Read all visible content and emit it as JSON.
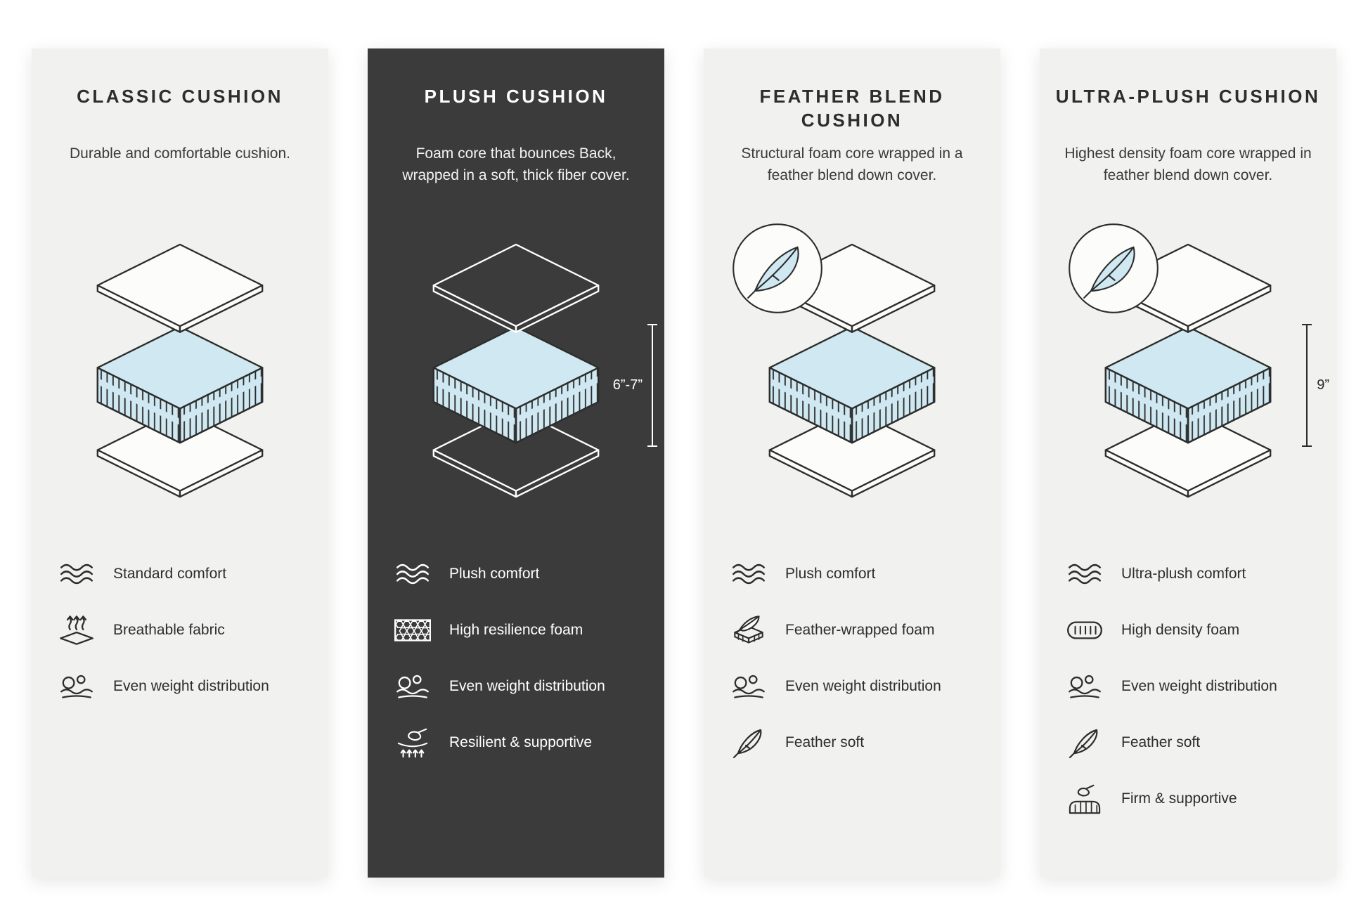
{
  "page": {
    "background": "#ffffff"
  },
  "colors": {
    "panel_light_bg": "#f1f1ef",
    "panel_dark_bg": "#3b3b3b",
    "text_dark": "#2d2d2d",
    "text_light": "#ffffff",
    "foam_fill": "#cfe8f1",
    "outline": "#2d2d2d"
  },
  "panels": [
    {
      "id": "classic-cushion",
      "theme": "light",
      "title": "CLASSIC CUSHION",
      "description": "Durable and comfortable cushion.",
      "diagram": {
        "feather_badge": false,
        "measurement": null
      },
      "features": [
        {
          "icon": "comfort-waves-icon",
          "label": "Standard comfort"
        },
        {
          "icon": "breathable-fabric-icon",
          "label": "Breathable fabric"
        },
        {
          "icon": "even-weight-distribution-icon",
          "label": "Even weight distribution"
        }
      ]
    },
    {
      "id": "plush-cushion",
      "theme": "dark",
      "title": "PLUSH CUSHION",
      "description": "Foam core that bounces Back, wrapped in a soft, thick fiber cover.",
      "diagram": {
        "feather_badge": false,
        "measurement": "6”-7”"
      },
      "features": [
        {
          "icon": "comfort-waves-icon",
          "label": "Plush comfort"
        },
        {
          "icon": "high-resilience-foam-icon",
          "label": "High resilience foam"
        },
        {
          "icon": "even-weight-distribution-icon",
          "label": "Even weight distribution"
        },
        {
          "icon": "resilient-supportive-icon",
          "label": "Resilient & supportive"
        }
      ]
    },
    {
      "id": "feather-blend-cushion",
      "theme": "light",
      "title": "FEATHER BLEND CUSHION",
      "description": "Structural foam core wrapped in a feather blend down cover.",
      "diagram": {
        "feather_badge": true,
        "measurement": null
      },
      "features": [
        {
          "icon": "comfort-waves-icon",
          "label": "Plush comfort"
        },
        {
          "icon": "feather-wrapped-foam-icon",
          "label": "Feather-wrapped foam"
        },
        {
          "icon": "even-weight-distribution-icon",
          "label": "Even weight distribution"
        },
        {
          "icon": "feather-soft-icon",
          "label": "Feather soft"
        }
      ]
    },
    {
      "id": "ultra-plush-cushion",
      "theme": "light",
      "title": "ULTRA-PLUSH CUSHION",
      "description": "Highest density foam core wrapped in feather blend down cover.",
      "diagram": {
        "feather_badge": true,
        "measurement": "9”"
      },
      "features": [
        {
          "icon": "comfort-waves-icon",
          "label": "Ultra-plush comfort"
        },
        {
          "icon": "high-density-foam-icon",
          "label": "High density foam"
        },
        {
          "icon": "even-weight-distribution-icon",
          "label": "Even weight distribution"
        },
        {
          "icon": "feather-soft-icon",
          "label": "Feather soft"
        },
        {
          "icon": "firm-supportive-icon",
          "label": "Firm & supportive"
        }
      ]
    }
  ]
}
